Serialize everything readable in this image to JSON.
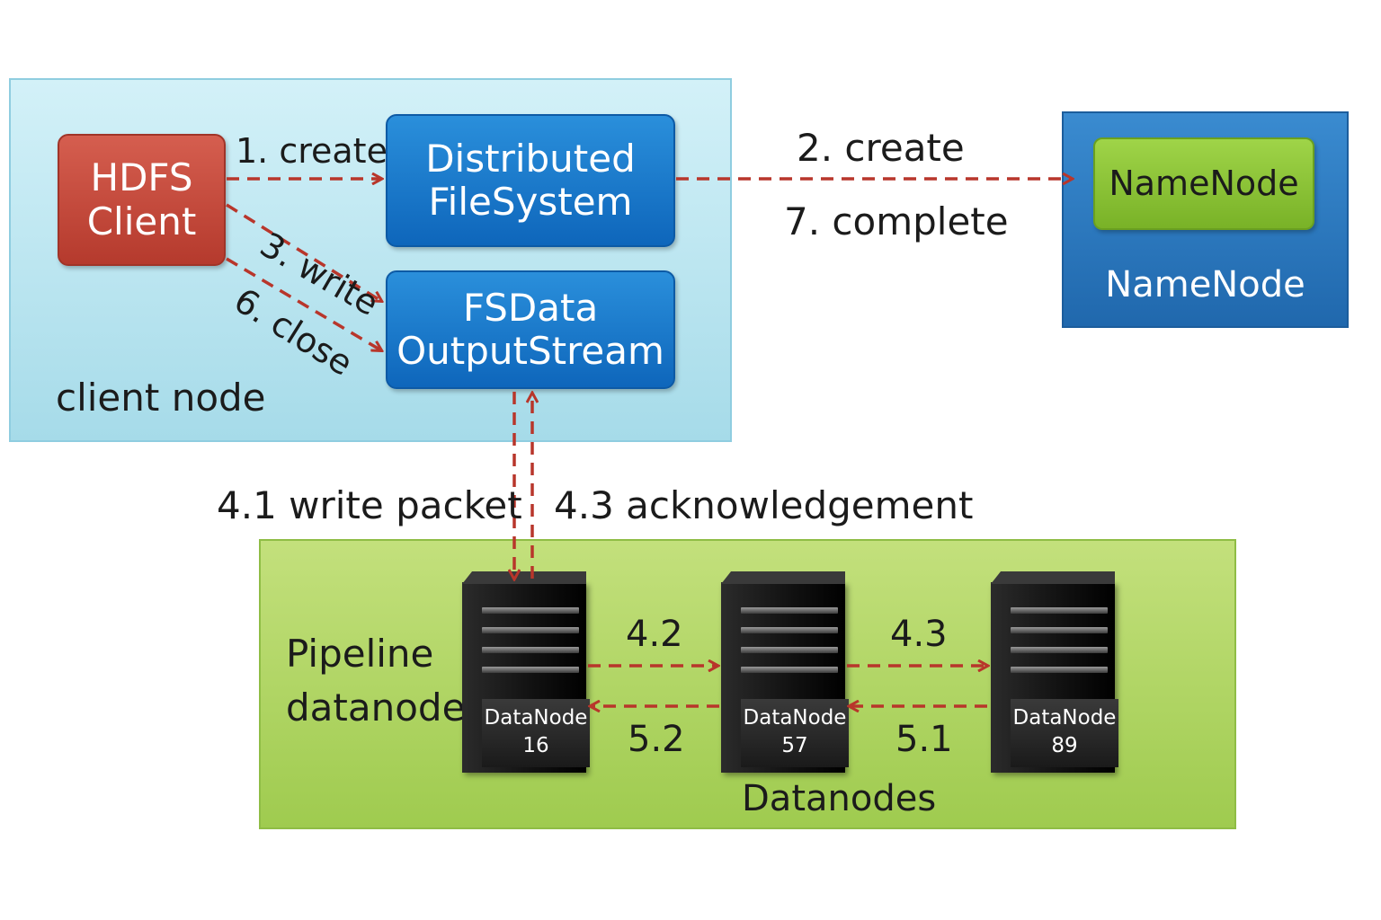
{
  "client_node": {
    "label": "client node",
    "hdfs_client": {
      "line1": "HDFS",
      "line2": "Client"
    },
    "distributed_fs": {
      "line1": "Distributed",
      "line2": "FileSystem"
    },
    "fsdata_output": {
      "line1": "FSData",
      "line2": "OutputStream"
    }
  },
  "namenode": {
    "container_label": "NameNode",
    "inner_label": "NameNode"
  },
  "datanodes": {
    "container_label": "Datanodes",
    "pipeline_line1": "Pipeline",
    "pipeline_line2": "datanodes",
    "servers": [
      {
        "name": "DataNode",
        "id": "16"
      },
      {
        "name": "DataNode",
        "id": "57"
      },
      {
        "name": "DataNode",
        "id": "89"
      }
    ]
  },
  "arrows": {
    "create1": "1. create",
    "create2": "2. create",
    "complete7": "7. complete",
    "write3": "3. write",
    "close6": "6. close",
    "write_packet": "4.1 write packet",
    "ack": "4.3  acknowledgement",
    "step42": "4.2",
    "step43": "4.3",
    "step52": "5.2",
    "step51": "5.1"
  },
  "colors": {
    "arrow": "#b8362b",
    "client_node_bg": "#bfe7f2",
    "namenode_bg": "#2a78c0",
    "datanodes_bg": "#aed562",
    "hdfs_client": "#c44a3c",
    "blue_box": "#1a78c9",
    "namenode_inner": "#8cc63a"
  }
}
